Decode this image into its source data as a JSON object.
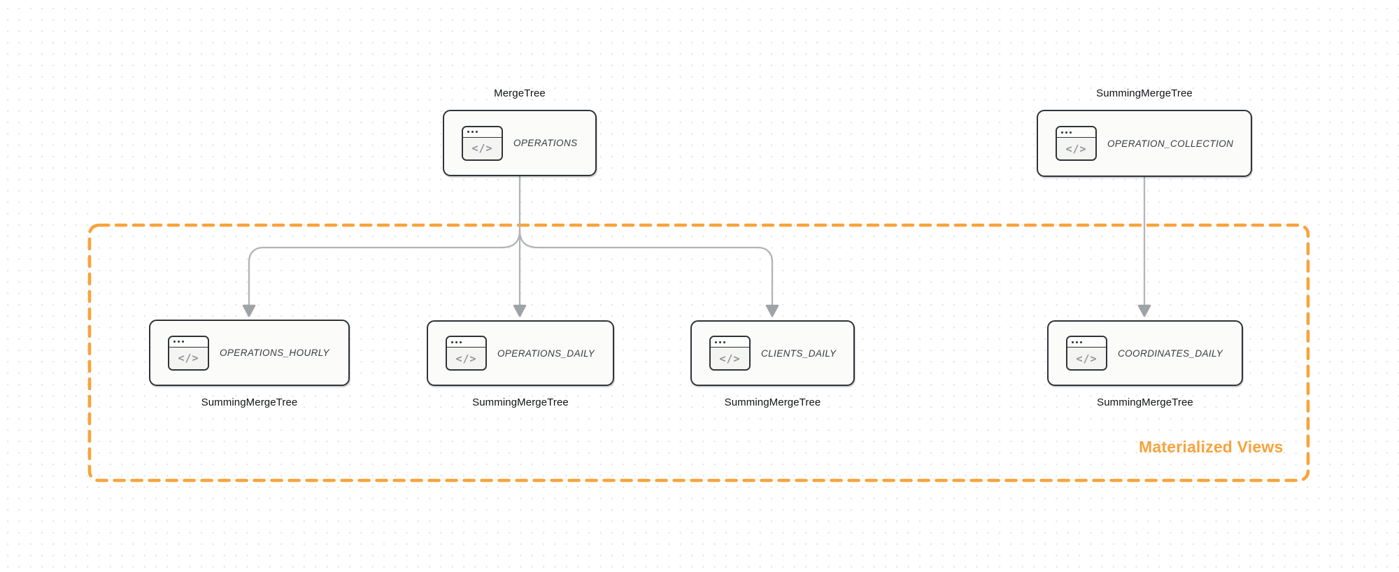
{
  "colors": {
    "accent_orange": "#f8a33c",
    "node_border": "#2f3438",
    "node_background": "#fbfbfa",
    "arrow_line": "#b1b4b8",
    "arrow_head": "#9fa3a8",
    "dot_grid": "#e7e7e7"
  },
  "icon_glyph": "</>",
  "group": {
    "label": "Materialized Views"
  },
  "nodes": [
    {
      "id": "operations",
      "engine": "MergeTree",
      "title": "OPERATIONS",
      "engine_label_position": "top"
    },
    {
      "id": "operation-collection",
      "engine": "SummingMergeTree",
      "title": "OPERATION_COLLECTION",
      "engine_label_position": "top"
    },
    {
      "id": "operations-hourly",
      "engine": "SummingMergeTree",
      "title": "OPERATIONS_HOURLY",
      "engine_label_position": "bottom"
    },
    {
      "id": "operations-daily",
      "engine": "SummingMergeTree",
      "title": "OPERATIONS_DAILY",
      "engine_label_position": "bottom"
    },
    {
      "id": "clients-daily",
      "engine": "SummingMergeTree",
      "title": "CLIENTS_DAILY",
      "engine_label_position": "bottom"
    },
    {
      "id": "coordinates-daily",
      "engine": "SummingMergeTree",
      "title": "COORDINATES_DAILY",
      "engine_label_position": "bottom"
    }
  ],
  "edges": [
    {
      "from": "operations",
      "to": "operations-hourly"
    },
    {
      "from": "operations",
      "to": "operations-daily"
    },
    {
      "from": "operations",
      "to": "clients-daily"
    },
    {
      "from": "operation-collection",
      "to": "coordinates-daily"
    }
  ]
}
